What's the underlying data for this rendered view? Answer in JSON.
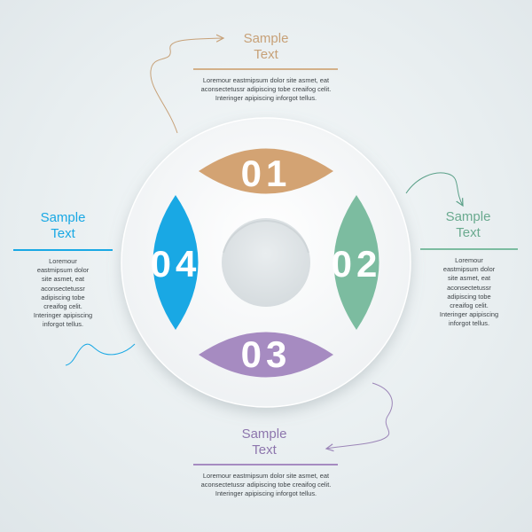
{
  "colors": {
    "top": "#d3a373",
    "right": "#7cbca0",
    "bottom": "#a68bc1",
    "left": "#19a8e4",
    "text": "#3e4448"
  },
  "segments": [
    {
      "id": "top",
      "number": "01"
    },
    {
      "id": "right",
      "number": "02"
    },
    {
      "id": "bottom",
      "number": "03"
    },
    {
      "id": "left",
      "number": "04"
    }
  ],
  "blocks": {
    "top": {
      "title": "Sample\nText",
      "body": "Loremour eastmipsum dolor site asmet, eat\naconsectetussr adipiscing tobe creaifog celit.\nInteringer apipiscing inforgot tellus."
    },
    "right": {
      "title": "Sample\nText",
      "body": "Loremour\neastmipsum dolor\nsite asmet, eat\naconsectetussr\nadipiscing tobe\ncreaifog celit.\nInteringer apipiscing\ninforgot tellus."
    },
    "bottom": {
      "title": "Sample\nText",
      "body": "Loremour eastmipsum dolor site asmet, eat\naconsectetussr adipiscing tobe creaifog celit.\nInteringer apipiscing inforgot tellus."
    },
    "left": {
      "title": "Sample\nText",
      "body": "Loremour\neastmipsum dolor\nsite asmet, eat\naconsectetussr\nadipiscing tobe\ncreaifog celit.\nInteringer apipiscing\ninforgot tellus."
    }
  }
}
